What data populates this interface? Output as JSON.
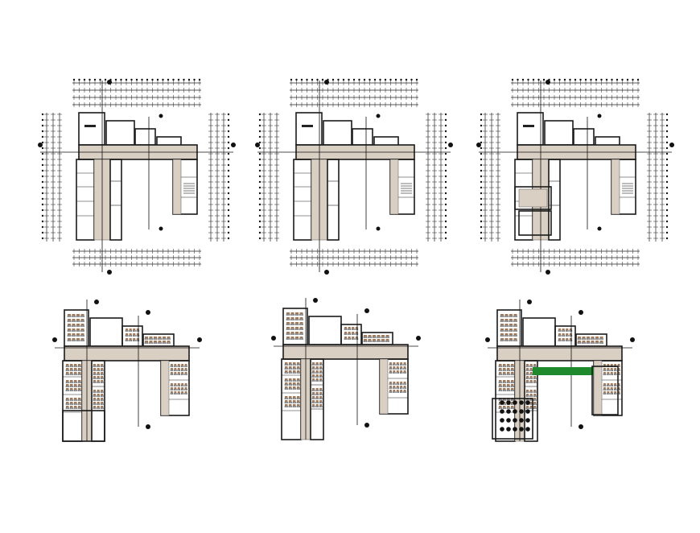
{
  "drawing": {
    "background": "#ffffff",
    "line_color": "#1a1a1a",
    "corridor_fill": "#d9cfc2",
    "furniture_accent": "#a0785a",
    "planting_accent": "#1f8a2c",
    "rows": [
      {
        "row": "structural-grid-plans",
        "count": 3
      },
      {
        "row": "furnished-floor-plans",
        "count": 3
      }
    ]
  }
}
